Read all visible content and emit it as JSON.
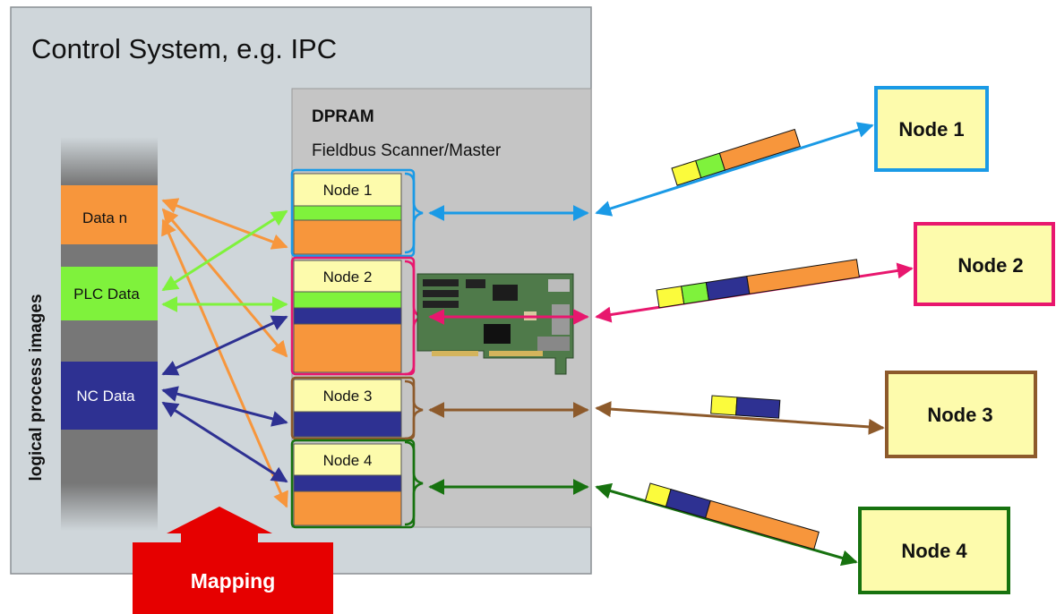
{
  "system": {
    "title": "Control System, e.g. IPC"
  },
  "dpram": {
    "title": "DPRAM",
    "subtitle": "Fieldbus Scanner/Master"
  },
  "process_image": {
    "label": "logical process images",
    "items": [
      {
        "label": "Data n",
        "color": "#f7963c"
      },
      {
        "label": "PLC Data",
        "color": "#7ff23c"
      },
      {
        "label": "NC Data",
        "color": "#2e3192"
      }
    ]
  },
  "slots": [
    {
      "label": "Node 1",
      "border_color": "#1a9ae6"
    },
    {
      "label": "Node 2",
      "border_color": "#e8176e"
    },
    {
      "label": "Node 3",
      "border_color": "#8d5a2b"
    },
    {
      "label": "Node 4",
      "border_color": "#17720f"
    }
  ],
  "nodes": [
    {
      "label": "Node 1",
      "color": "#1a9ae6"
    },
    {
      "label": "Node 2",
      "color": "#e8176e"
    },
    {
      "label": "Node 3",
      "color": "#8d5a2b"
    },
    {
      "label": "Node 4",
      "color": "#17720f"
    }
  ],
  "mapping": {
    "label": "Mapping",
    "color": "#e60000"
  },
  "colors": {
    "orange": "#f7963c",
    "green": "#7ff23c",
    "navy": "#2e3192",
    "yellow": "#fbfb3c",
    "node_fill": "#fdfbac",
    "panel": "#cfd6da",
    "dpram": "#c5c5c5"
  }
}
